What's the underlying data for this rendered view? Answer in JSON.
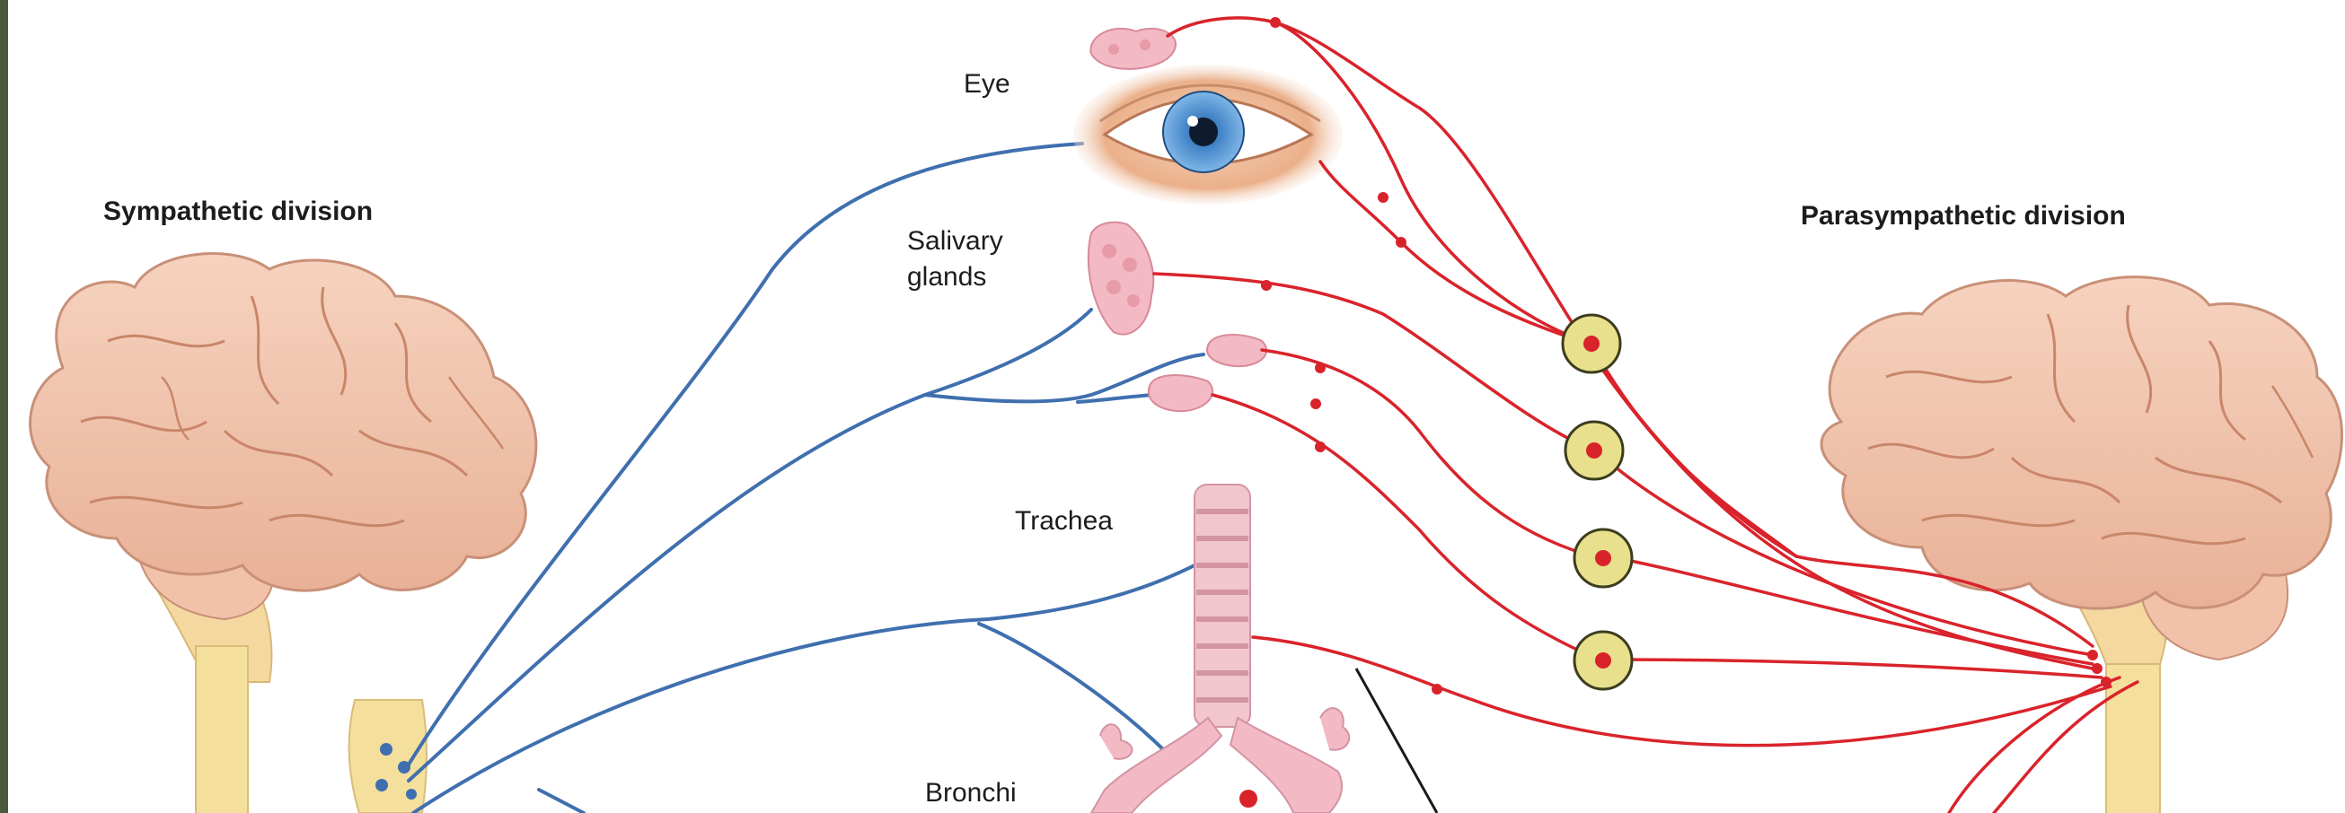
{
  "labels": {
    "sympathetic": "Sympathetic division",
    "parasympathetic": "Parasympathetic division",
    "eye": "Eye",
    "salivary_line1": "Salivary",
    "salivary_line2": "glands",
    "trachea": "Trachea",
    "bronchi": "Bronchi"
  },
  "colors": {
    "sympathetic_nerve": "#3f6fae",
    "parasympathetic_nerve": "#d9232b",
    "brain": "#f2c7ad",
    "brain_outline": "#c99078",
    "spinal_cord": "#f5df9c",
    "ganglion": "#e8e08c",
    "organ_pink": "#f3b9c4",
    "iris": "#4f92cf"
  },
  "ganglia_count": 4
}
